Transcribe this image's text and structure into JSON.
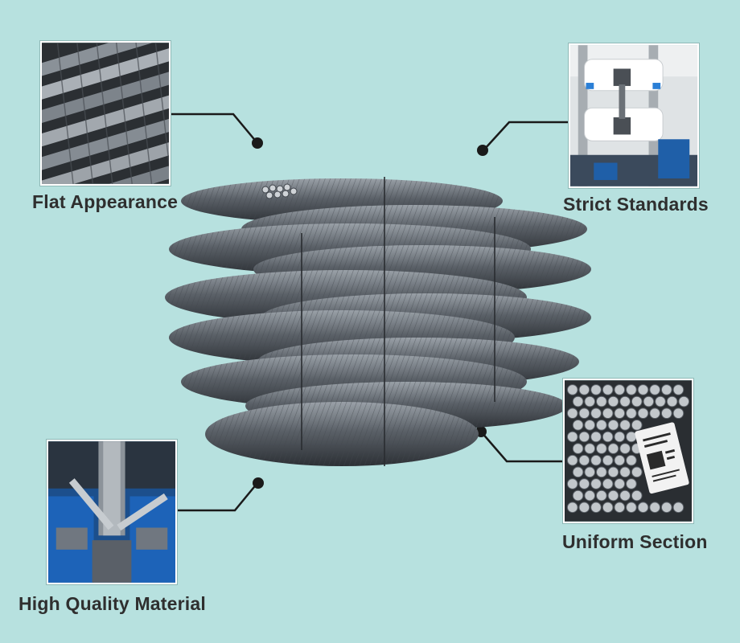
{
  "features": {
    "top_left": {
      "label": "Flat Appearance",
      "image_icon": "ribbed-rebar-closeup"
    },
    "top_right": {
      "label": "Strict Standards",
      "image_icon": "tensile-testing-machine"
    },
    "bottom_left": {
      "label": "High Quality Material",
      "image_icon": "bend-test-machine"
    },
    "bottom_right": {
      "label": "Uniform Section",
      "image_icon": "rebar-cross-sections-with-tag"
    }
  },
  "main_image_icon": "coiled-rebar-bundle",
  "colors": {
    "background": "#b7e1df",
    "label_text": "#2f2f2f",
    "connector": "#1a1a1a",
    "steel": "#5b6168"
  }
}
